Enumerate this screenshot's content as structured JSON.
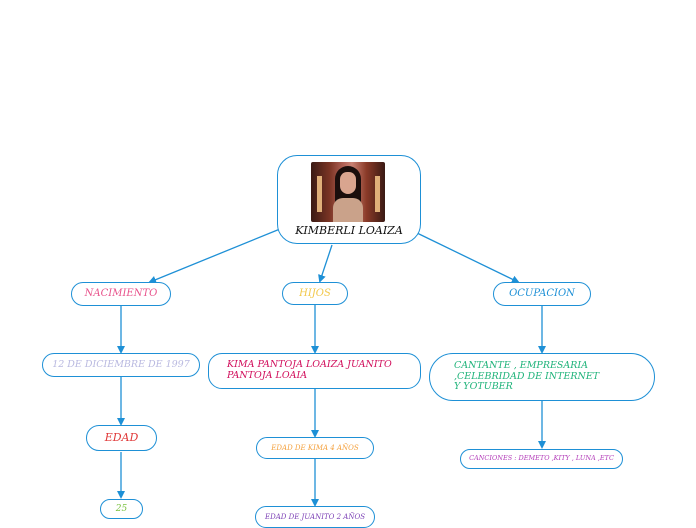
{
  "root": {
    "title": "KIMBERLI LOAIZA",
    "title_color": "#111111",
    "photo_icon": "portrait-photo"
  },
  "branches": {
    "nacimiento": {
      "label": "NACIMIENTO",
      "color": "#e8528b"
    },
    "hijos": {
      "label": "HIJOS",
      "color": "#f2c84b"
    },
    "ocupacion": {
      "label": "OCUPACION",
      "color": "#1e90d6"
    }
  },
  "details": {
    "fecha": {
      "text": "12 DE DICIEMBRE DE 1997",
      "color": "#b9b9e0"
    },
    "edad": {
      "label": "EDAD",
      "color": "#e03a3a"
    },
    "edad_valor": {
      "text": "25",
      "color": "#7cc242"
    },
    "hijos_nombres": {
      "text": "KIMA PANTOJA LOAIZA JUANITO PANTOJA LOAIA",
      "color": "#d10f5c"
    },
    "edad_kima": {
      "text": "EDAD DE KIMA 4 AÑOS",
      "color": "#f4a03c"
    },
    "edad_juanito": {
      "text": "EDAD DE JUANITO 2 AÑOS",
      "color": "#7b3fb5"
    },
    "ocupaciones": {
      "text": "CANTANTE , EMPRESARIA ,CELEBRIDAD DE INTERNET Y YOTUBER",
      "color": "#1fb37a"
    },
    "canciones": {
      "text": "CANCIONES : DEMETO ,KITY , LUNA ,ETC",
      "color": "#b23ab8"
    }
  },
  "connector_color": "#1e90d6"
}
